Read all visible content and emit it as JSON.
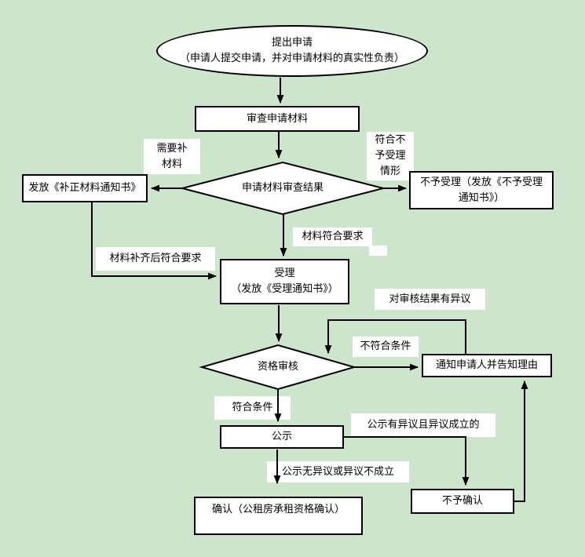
{
  "colors": {
    "background": "#cde4cd",
    "node_fill": "#ffffff",
    "line": "#000000"
  },
  "nodes": {
    "start": {
      "title": "提出申请",
      "subtitle": "（申请人提交申请，并对申请材料的真实性负责）"
    },
    "review": {
      "label": "审查申请材料"
    },
    "review_result": {
      "label": "申请材料审查结果"
    },
    "correction_notice": {
      "label": "发放《补正材料通知书》"
    },
    "reject": {
      "line1": "不予受理（发放《不予受理",
      "line2": "通知书》）"
    },
    "accept": {
      "line1": "受理",
      "line2": "（发放《受理通知书》）"
    },
    "qualification_review": {
      "label": "资格审核"
    },
    "notify_reason": {
      "label": "通知申请人并告知理由"
    },
    "publicity": {
      "label": "公示"
    },
    "deny_confirm": {
      "label": "不予确认"
    },
    "confirm": {
      "label": "确认（公租房承租资格确认）"
    }
  },
  "edge_labels": {
    "need_supplement_line1": "需要补",
    "need_supplement_line2": "材料",
    "reject_condition_line1": "符合不",
    "reject_condition_line2": "予受理",
    "reject_condition_line3": "情形",
    "material_meets": "材料符合要求",
    "supplemented_meets": "材料补齐后符合要求",
    "objection_to_result": "对审核结果有异议",
    "not_qualified": "不符合条件",
    "qualified": "符合条件",
    "publicity_objection_valid": "公示有异议且异议成立的",
    "publicity_no_objection": "公示无异议或异议不成立"
  }
}
